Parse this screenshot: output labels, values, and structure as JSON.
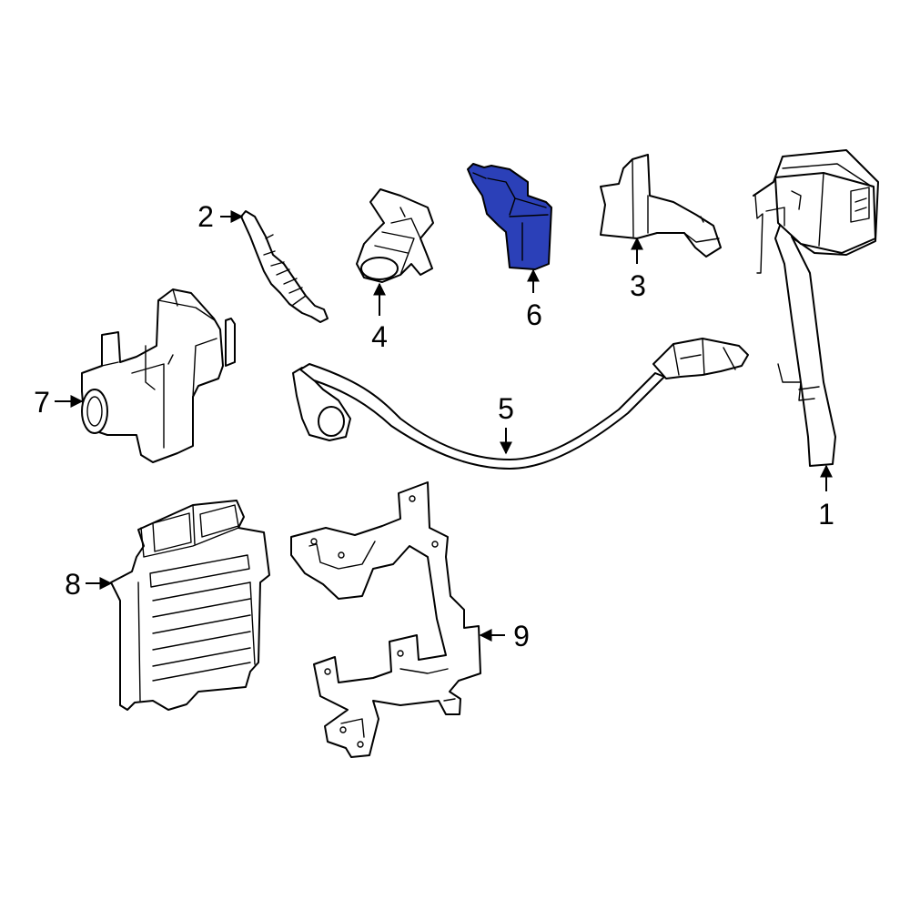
{
  "colors": {
    "highlight": "#2b40b8",
    "line": "#000000",
    "background": "#ffffff"
  },
  "highlighted_callout": "6",
  "callouts": [
    {
      "id": "1",
      "text": "1"
    },
    {
      "id": "2",
      "text": "2"
    },
    {
      "id": "3",
      "text": "3"
    },
    {
      "id": "4",
      "text": "4"
    },
    {
      "id": "5",
      "text": "5"
    },
    {
      "id": "6",
      "text": "6"
    },
    {
      "id": "7",
      "text": "7"
    },
    {
      "id": "8",
      "text": "8"
    },
    {
      "id": "9",
      "text": "9"
    }
  ]
}
